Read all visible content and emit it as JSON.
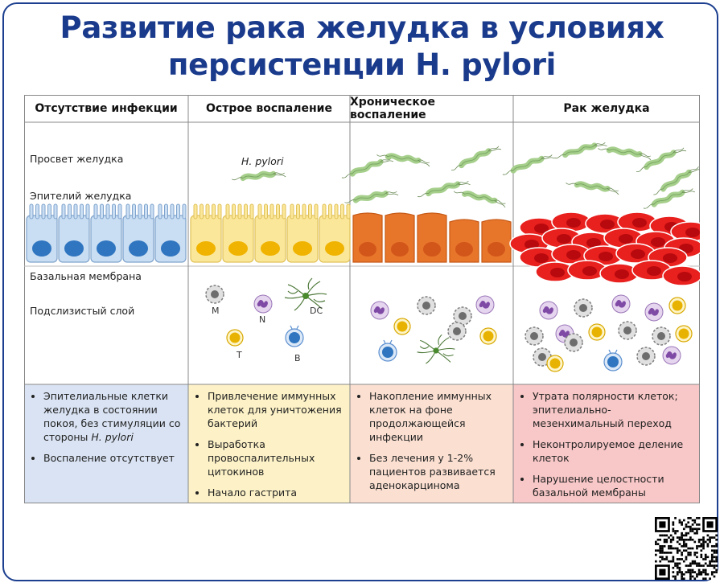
{
  "title": {
    "line1": "Развитие рака желудка в условиях",
    "line2": "персистенции H. pylori"
  },
  "columns": [
    {
      "heading": "Отсутствие инфекции"
    },
    {
      "heading": "Острое воспаление"
    },
    {
      "heading": "Хроническое воспаление"
    },
    {
      "heading": "Рак желудка"
    }
  ],
  "layers": {
    "lumen": "Просвет желудка",
    "epithelium": "Эпителий желудка",
    "basement": "Базальная мембрана",
    "submucosa": "Подслизистый слой"
  },
  "bacteria_label": "H. pylori",
  "immune_labels": {
    "macrophage": "M",
    "neutrophil": "N",
    "dendritic": "DC",
    "t_cell": "T",
    "b_cell": "B"
  },
  "info": {
    "col1": [
      {
        "text": "Эпителиальные клетки желудка в состоянии покоя, без стимуляции со стороны ",
        "italic": "H. pylori"
      },
      {
        "text": "Воспаление отсутствует"
      }
    ],
    "col2": [
      {
        "text": "Привлечение иммунных клеток для уничтожения бактерий"
      },
      {
        "text": "Выработка провоспалительных цитокинов"
      },
      {
        "text": "Начало гастрита"
      }
    ],
    "col3": [
      {
        "text": "Накопление иммунных клеток на фоне продолжающейся инфекции"
      },
      {
        "text": "Без лечения у 1-2% пациентов развивается аденокарцинома"
      }
    ],
    "col4": [
      {
        "text": "Утрата полярности клеток; эпителиально-мезенхимальный переход"
      },
      {
        "text": "Неконтролируемое деление клеток"
      },
      {
        "text": "Нарушение целостности базальной мембраны"
      }
    ]
  },
  "colors": {
    "title": "#1a3a8c",
    "normal_cell": "#c9def3",
    "normal_nucleus": "#2f75c0",
    "acute_cell": "#fbe79a",
    "acute_nucleus": "#f0b400",
    "chronic_cell": "#e8762a",
    "chronic_nucleus": "#d2561a",
    "cancer_cell": "#e8201e",
    "cancer_nucleus": "#b8090e",
    "bacteria": "#a6cf8c",
    "info_col1": "#d9e3f3",
    "info_col2": "#fdf2c7",
    "info_col3": "#fbe0d2",
    "info_col4": "#f8c7c7"
  }
}
